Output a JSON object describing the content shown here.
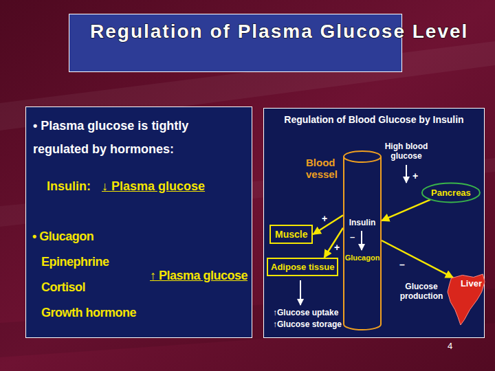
{
  "diagram": {
    "title": "Regulation of Plasma Glucose Level",
    "nodes": [
      {
        "text": [
          "Regulation of Plasma Glucose Level"
        ]
      },
      {
        "text": [
          "• Plasma glucose is tightly regulated by hormones:",
          "Insulin:",
          "↓ Plasma glucose",
          "• Glucagon",
          "Epinephrine",
          "Cortisol",
          "Growth hormone",
          "↑ Plasma glucose"
        ]
      },
      {
        "text": [
          "Regulation of Blood Glucose by Insulin"
        ]
      },
      {
        "text": [
          "Blood vessel",
          "Insulin",
          "Glucagon"
        ],
        "in": 2
      },
      {
        "text": [
          "Pancreas"
        ],
        "in": 2
      },
      {
        "text": [
          "Muscle"
        ],
        "in": 2
      },
      {
        "text": [
          "Adipose tissue"
        ],
        "in": 2
      },
      {
        "text": [
          "Liver"
        ],
        "in": 2
      }
    ],
    "edges": [
      {
        "from": 4,
        "to": 3,
        "arrow": "to"
      },
      {
        "from": 3,
        "to": 5,
        "label": "+",
        "arrow": "to"
      },
      {
        "from": 3,
        "to": 6,
        "label": "+",
        "arrow": "to"
      },
      {
        "from": 3,
        "to": 7,
        "label": "–",
        "arrow": "to"
      }
    ],
    "labels": [
      "High blood glucose",
      "+",
      "–",
      "Glucose production",
      "↑Glucose uptake",
      "↑Glucose storage",
      "4"
    ]
  }
}
